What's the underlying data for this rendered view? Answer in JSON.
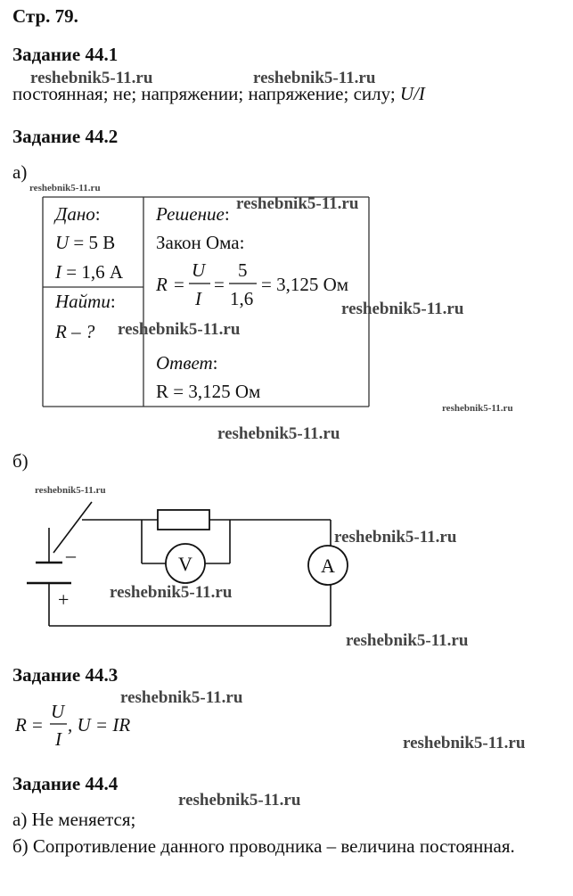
{
  "page_label": "Стр. 79.",
  "watermark": "reshebnik5-11.ru",
  "task_44_1": {
    "title": "Задание 44.1",
    "answer": "постоянная; не; напряжении; напряжение; силу;",
    "formula": "U/I"
  },
  "task_44_2": {
    "title": "Задание 44.2",
    "part_a": "а)",
    "part_b": "б)",
    "given_title": "Дано",
    "given_u_sym": "U",
    "given_u_rest": "= 5 В",
    "given_i_sym": "I",
    "given_i_rest": "= 1,6 А",
    "find_title": "Найти",
    "find_r": "R – ?",
    "solution_title": "Решение",
    "law": "Закон Ома:",
    "eq_r": "R",
    "frac_num": "U",
    "frac_den": "I",
    "num_val": "5",
    "den_val": "1,6",
    "result": "= 3,125 Ом",
    "answer_title": "Ответ",
    "answer_value": "R = 3,125 Ом",
    "colon": ":",
    "equals": "=",
    "circuit": {
      "voltmeter": "V",
      "ammeter": "A",
      "minus": "–",
      "plus": "+"
    }
  },
  "task_44_3": {
    "title": "Задание 44.3",
    "r": "R",
    "num": "U",
    "den": "I",
    "tail": ",  U = IR"
  },
  "task_44_4": {
    "title": "Задание 44.4",
    "line_a": "а) Не меняется;",
    "line_b": "б) Сопротивление данного проводника – величина постоянная."
  }
}
